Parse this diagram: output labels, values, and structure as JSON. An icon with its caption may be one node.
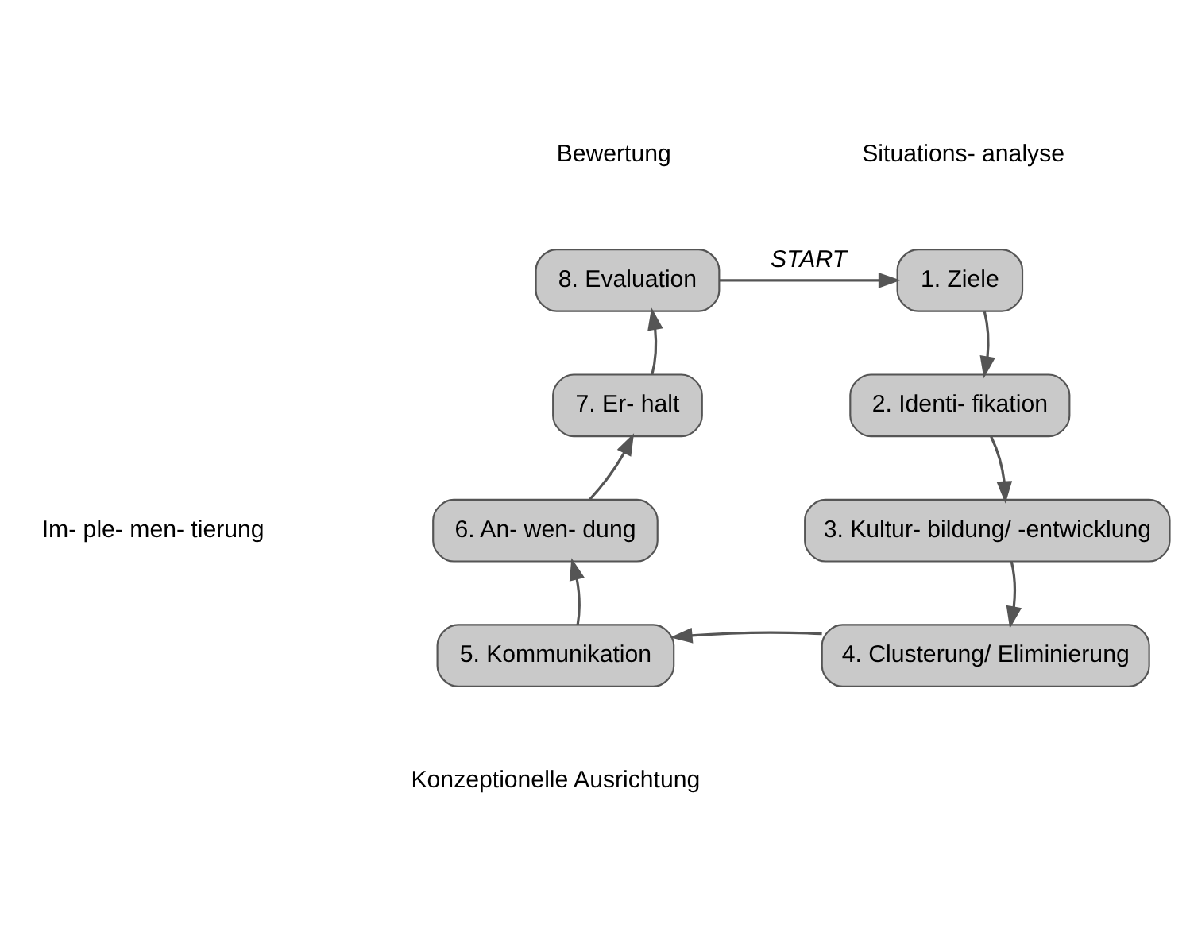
{
  "diagram": {
    "nodes": [
      {
        "text": [
          "1. Ziele"
        ]
      },
      {
        "text": [
          "2. Identi- fikation"
        ]
      },
      {
        "text": [
          "3. Kultur- bildung/ -entwicklung"
        ]
      },
      {
        "text": [
          "4. Clusterung/ Eliminierung"
        ]
      },
      {
        "text": [
          "5. Kommunikation"
        ]
      },
      {
        "text": [
          "6. An- wen- dung"
        ]
      },
      {
        "text": [
          "7. Er- halt"
        ]
      },
      {
        "text": [
          "8. Evaluation"
        ]
      }
    ],
    "edges": [
      {
        "from": 0,
        "to": 1,
        "arrow": "to"
      },
      {
        "from": 1,
        "to": 2,
        "arrow": "to"
      },
      {
        "from": 2,
        "to": 3,
        "arrow": "to"
      },
      {
        "from": 3,
        "to": 4,
        "arrow": "to"
      },
      {
        "from": 4,
        "to": 5,
        "arrow": "to"
      },
      {
        "from": 5,
        "to": 6,
        "arrow": "to"
      },
      {
        "from": 6,
        "to": 7,
        "arrow": "to"
      },
      {
        "from": 7,
        "to": 0,
        "arrow": "to",
        "label": "START"
      }
    ],
    "labels": [
      "Bewertung",
      "Situations- analyse",
      "Im- ple- men- tierung",
      "Konzeptionelle Ausrichtung"
    ]
  }
}
